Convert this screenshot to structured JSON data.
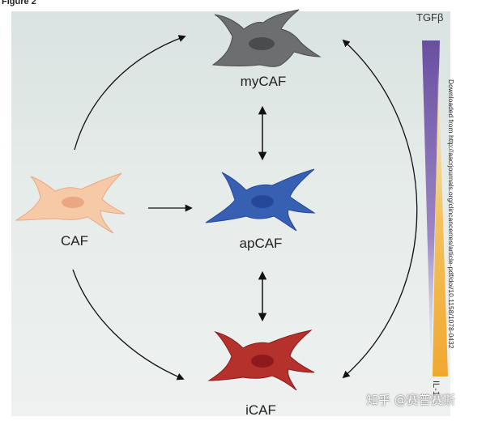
{
  "figure_label": "Figure 2",
  "nodes": {
    "mycaf": {
      "label": "myCAF",
      "color": "#6d6e70",
      "nucleus": "#4a4b4d"
    },
    "apcaf": {
      "label": "apCAF",
      "color": "#3760b3",
      "nucleus": "#27479a"
    },
    "icaf": {
      "label": "iCAF",
      "color": "#b5312b",
      "nucleus": "#8e1a1d"
    },
    "caf": {
      "label": "CAF",
      "color": "#f6c9a7",
      "nucleus": "#e9a883"
    }
  },
  "gradient": {
    "top_label": "TGFβ",
    "bottom_label": "IL-1",
    "top_color": "#6a4fa1",
    "bottom_color": "#f0a830"
  },
  "side_note": "Downloaded from http://aacrjournals.org/clincancerres/article-pdf/doi/10.1158/1078-0432",
  "watermark": "知乎 @赛普赛斯"
}
